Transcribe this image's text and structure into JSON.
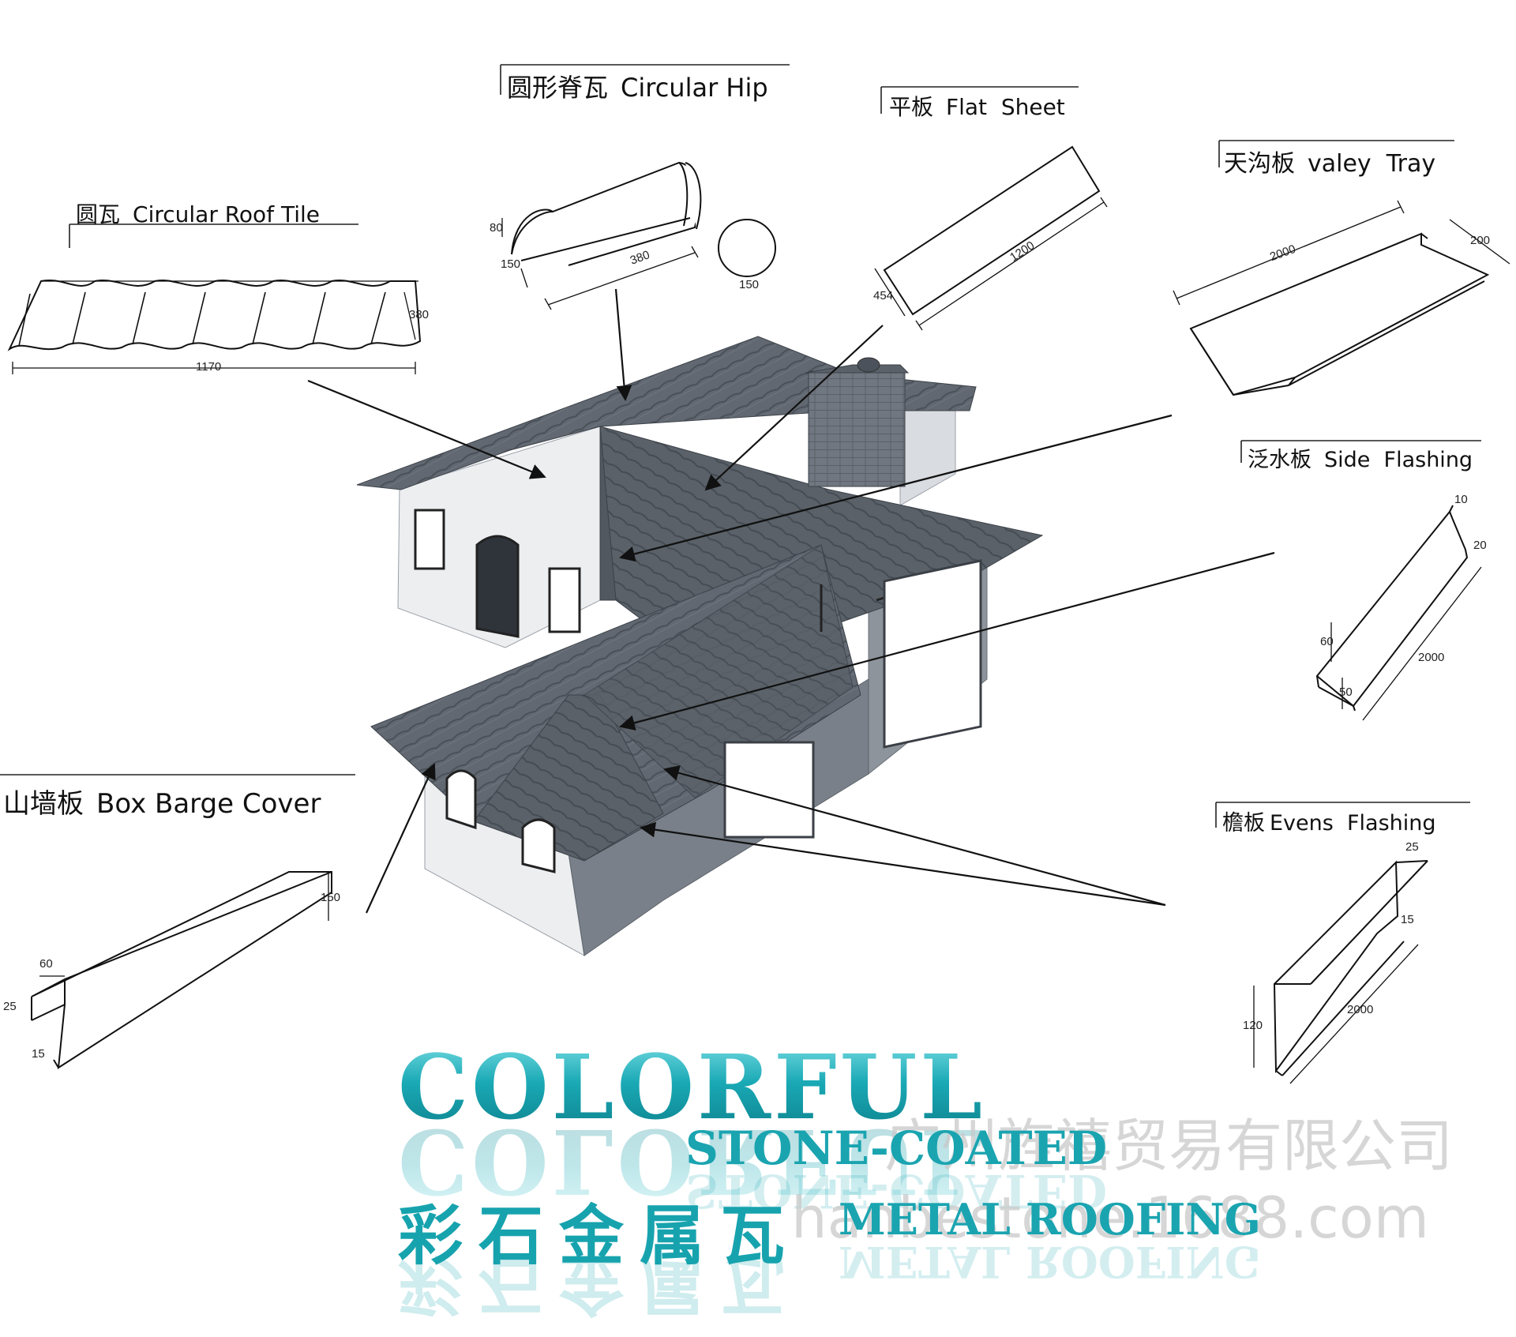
{
  "labels": {
    "circular_hip": {
      "zh": "圆形脊瓦",
      "en": "Circular Hip"
    },
    "flat_sheet": {
      "zh": "平板",
      "en": "Flat  Sheet"
    },
    "valley_tray": {
      "zh": "天沟板",
      "en": "valey  Tray"
    },
    "circular_roof_tile": {
      "zh": "圆瓦",
      "en": "Circular Roof Tile"
    },
    "side_flashing": {
      "zh": "泛水板",
      "en": "Side  Flashing"
    },
    "box_barge_cover": {
      "zh": "山墙板",
      "en": "Box Barge Cover"
    },
    "eaves_flashing": {
      "zh": "檐板",
      "en": "Evens  Flashing"
    }
  },
  "dimensions": {
    "hip_height": "80",
    "hip_width": "150",
    "hip_length": "380",
    "hip_end_diameter": "150",
    "flat_width": "454",
    "flat_length": "1200",
    "valley_length": "2000",
    "valley_width": "200",
    "tile_width": "1170",
    "tile_height": "380",
    "side_top": "10",
    "side_step": "20",
    "side_height": "60",
    "side_base": "50",
    "side_length": "2000",
    "barge_top": "60",
    "barge_height": "150",
    "barge_side": "25",
    "barge_lip": "15",
    "eaves_top": "25",
    "eaves_step": "15",
    "eaves_height": "120",
    "eaves_length": "2000"
  },
  "branding": {
    "title": "COLORFUL",
    "subtitle1": "STONE-COATED",
    "subtitle2": "METAL ROOFING",
    "chinese_title": "彩石金属瓦",
    "watermark_company": "广州旌禧贸易有限公司",
    "watermark_site": "hanbestone.1688.com"
  },
  "colors": {
    "roof": "#5f6670",
    "roof_dark": "#4b525b",
    "wall": "#e9ebee",
    "accent": "#19a9b5"
  }
}
